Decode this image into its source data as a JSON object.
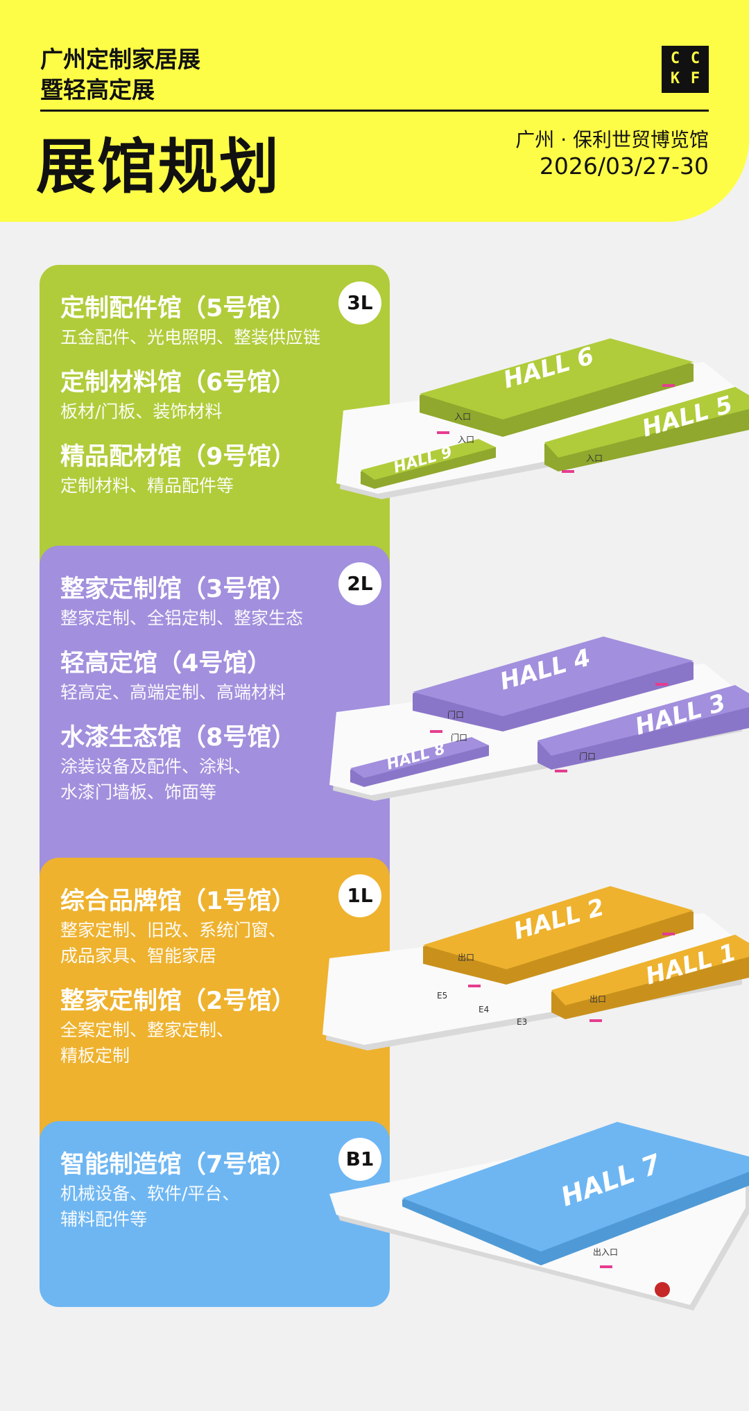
{
  "header": {
    "org_line1": "广州定制家居展",
    "org_line2": "暨轻高定展",
    "logo_letters": [
      "C",
      "C",
      "K",
      "F"
    ],
    "title": "展馆规划",
    "venue": "广州 · 保利世贸博览馆",
    "dates": "2026/03/27-30"
  },
  "floors": [
    {
      "badge": "3L",
      "color": "#b0cc3a",
      "halls": [
        {
          "name": "定制配件馆（5号馆）",
          "desc_lines": [
            "五金配件、光电照明、整装供应链"
          ]
        },
        {
          "name": "定制材料馆（6号馆）",
          "desc_lines": [
            "板材/门板、装饰材料"
          ]
        },
        {
          "name": "精品配材馆（9号馆）",
          "desc_lines": [
            "定制材料、精品配件等"
          ]
        }
      ],
      "map": {
        "labels": [
          "HALL 6",
          "HALL 5",
          "HALL 9"
        ],
        "tags": [
          "入口",
          "入口",
          "入口"
        ]
      }
    },
    {
      "badge": "2L",
      "color": "#a28fdd",
      "halls": [
        {
          "name": "整家定制馆（3号馆）",
          "desc_lines": [
            "整家定制、全铝定制、整家生态"
          ]
        },
        {
          "name": "轻高定馆（4号馆）",
          "desc_lines": [
            "轻高定、高端定制、高端材料"
          ]
        },
        {
          "name": "水漆生态馆（8号馆）",
          "desc_lines": [
            "涂装设备及配件、涂料、",
            "水漆门墙板、饰面等"
          ]
        }
      ],
      "map": {
        "labels": [
          "HALL 4",
          "HALL 3",
          "HALL 8"
        ],
        "tags": [
          "门口",
          "门口",
          "门口"
        ]
      }
    },
    {
      "badge": "1L",
      "color": "#eeb22e",
      "halls": [
        {
          "name": "综合品牌馆（1号馆）",
          "desc_lines": [
            "整家定制、旧改、系统门窗、",
            "成品家具、智能家居"
          ]
        },
        {
          "name": "整家定制馆（2号馆）",
          "desc_lines": [
            "全案定制、整家定制、",
            "精板定制"
          ]
        }
      ],
      "map": {
        "labels": [
          "HALL 2",
          "HALL 1"
        ],
        "tags": [
          "出口",
          "出口"
        ],
        "gates": [
          "E5",
          "E4",
          "E3"
        ]
      }
    },
    {
      "badge": "B1",
      "color": "#6eb6f2",
      "halls": [
        {
          "name": "智能制造馆（7号馆）",
          "desc_lines": [
            "机械设备、软件/平台、",
            "辅料配件等"
          ]
        }
      ],
      "map": {
        "labels": [
          "HALL 7"
        ],
        "tags": [
          "出入口"
        ]
      }
    }
  ]
}
